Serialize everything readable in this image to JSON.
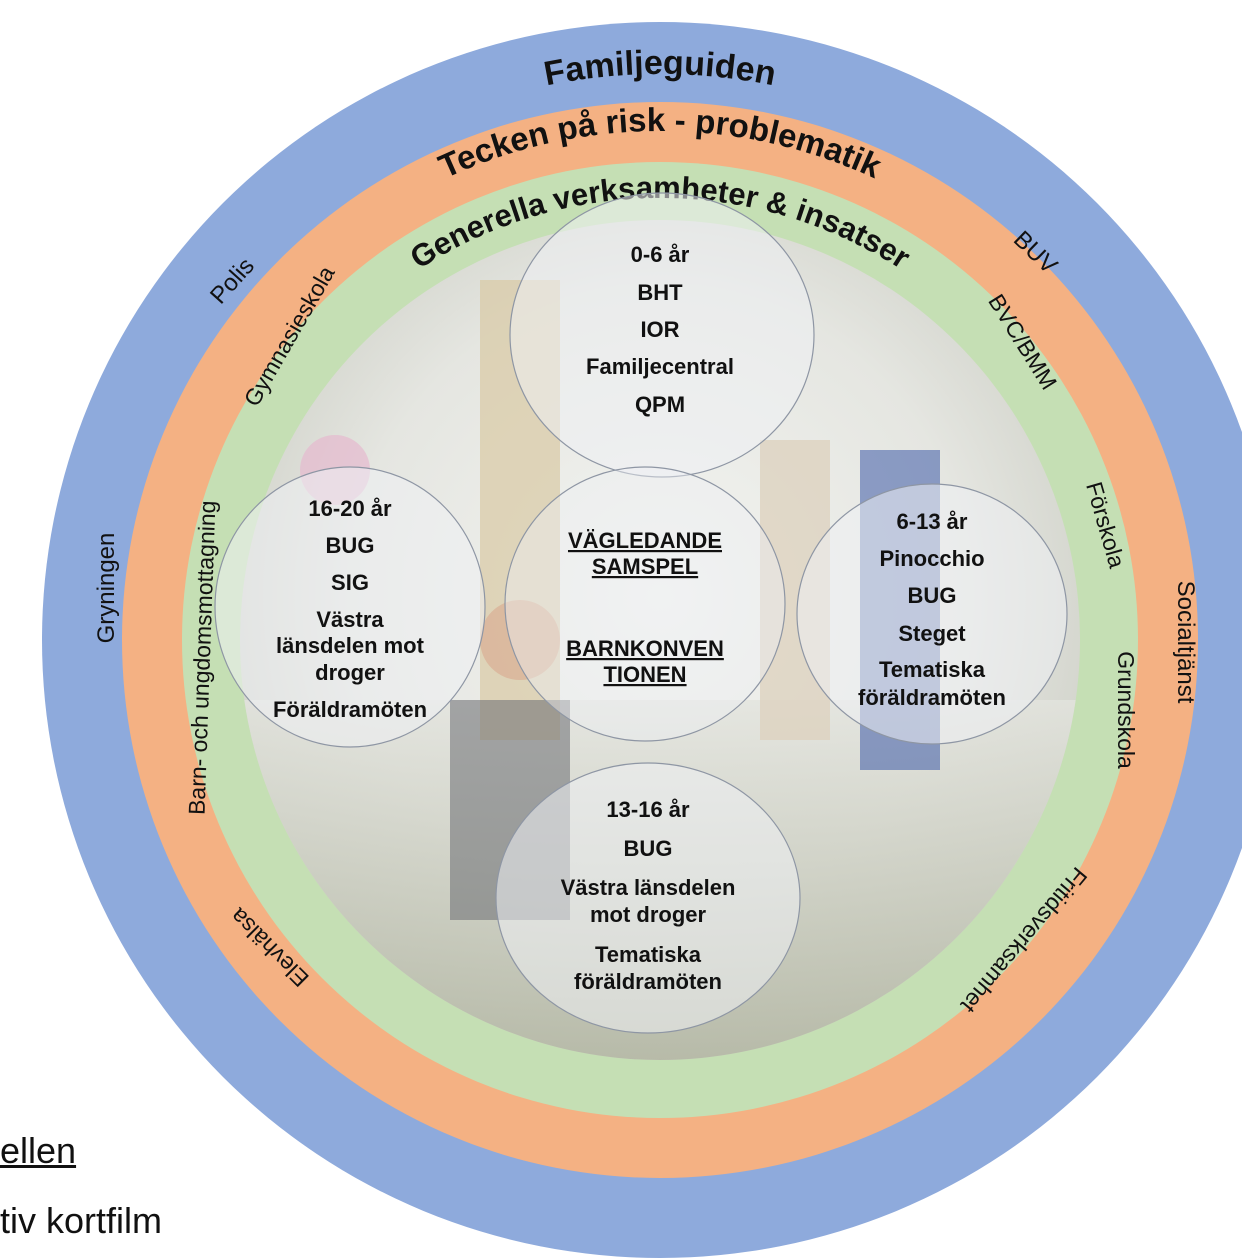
{
  "rings": {
    "outer_title": "Familjeguiden",
    "middle_title": "Tecken på risk - problematik",
    "inner_title": "Generella verksamheter & insatser"
  },
  "middle_ring_labels": [
    "Polis",
    "BUV",
    "Gryningen",
    "Socialtjänst"
  ],
  "inner_ring_labels": [
    "Gymnasieskola",
    "BVC/BMM",
    "Barn- och ungdomsmottagning",
    "Förskola",
    "Grundskola",
    "Elevhälsa",
    "Fritidsverksamhet"
  ],
  "bubbles": [
    {
      "id": "age-0-6",
      "lines": [
        "0-6 år",
        "BHT",
        "IOR",
        "Familjecentral",
        "QPM"
      ]
    },
    {
      "id": "age-16-20",
      "lines": [
        "16-20 år",
        "BUG",
        "SIG",
        "Västra",
        "länsdelen mot",
        "droger",
        "Föräldramöten"
      ]
    },
    {
      "id": "age-6-13",
      "lines": [
        "6-13 år",
        "Pinocchio",
        "BUG",
        "Steget",
        "Tematiska",
        "föräldramöten"
      ]
    },
    {
      "id": "age-13-16",
      "lines": [
        "13-16 år",
        "BUG",
        "Västra länsdelen",
        "mot droger",
        "Tematiska",
        "föräldramöten"
      ]
    }
  ],
  "center": {
    "lines": [
      "VÄGLEDANDE",
      "SAMSPEL",
      "BARNKONVEN",
      "TIONEN"
    ]
  },
  "corner": {
    "link_text": "ellen",
    "sub_text": "tiv kortfilm"
  },
  "colors": {
    "outer_ring": "#8eaadc",
    "middle_ring": "#f4b183",
    "inner_ring": "#c5dfb4",
    "bubble_fill": "#eef0f4"
  }
}
